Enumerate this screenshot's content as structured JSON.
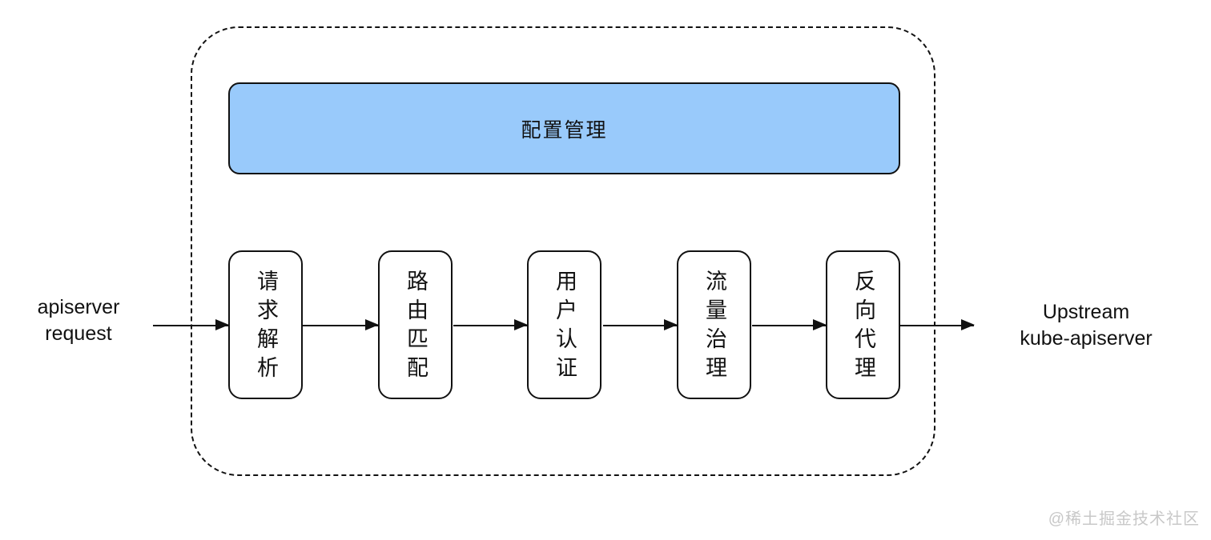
{
  "diagram": {
    "title_box": {
      "label": "配置管理"
    },
    "source_label": {
      "line1": "apiserver",
      "line2": "request"
    },
    "target_label": {
      "line1": "Upstream",
      "line2": "kube-apiserver"
    },
    "pipeline": {
      "stages": [
        {
          "label": "请求解析"
        },
        {
          "label": "路由匹配"
        },
        {
          "label": "用户认证"
        },
        {
          "label": "流量治理"
        },
        {
          "label": "反向代理"
        }
      ]
    },
    "watermark": "@稀土掘金技术社区",
    "colors": {
      "config_box_fill": "#99CAFB",
      "stroke": "#111111",
      "watermark": "#C8C8C8"
    }
  }
}
